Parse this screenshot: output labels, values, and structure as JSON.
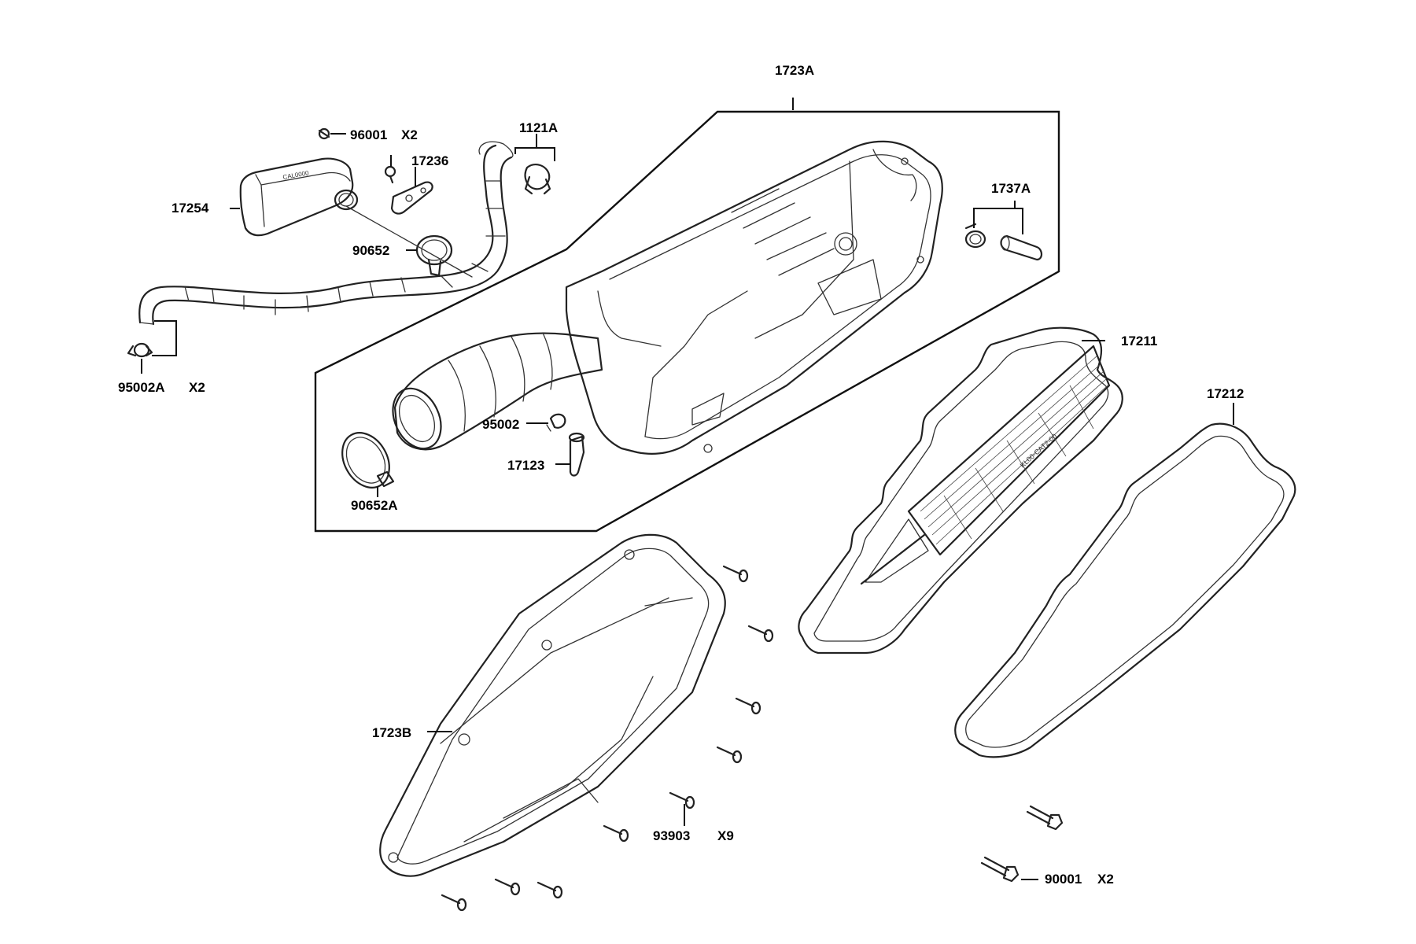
{
  "labels": {
    "l1723A": "1723A",
    "l96001": "96001",
    "l96001q": "X2",
    "l1121A": "1121A",
    "l17236": "17236",
    "l1737A": "1737A",
    "l17254": "17254",
    "l90652": "90652",
    "l95002A": "95002A",
    "l95002Aq": "X2",
    "l17211": "17211",
    "l17212": "17212",
    "l95002": "95002",
    "l17123": "17123",
    "l90652A": "90652A",
    "l1723B": "1723B",
    "l93903": "93903",
    "l93903q": "X9",
    "l90001": "90001",
    "l90001q": "X2"
  },
  "part_stamps": {
    "filter_print": "KL00-CAT2-00",
    "resonator_print": "CAL0000"
  }
}
